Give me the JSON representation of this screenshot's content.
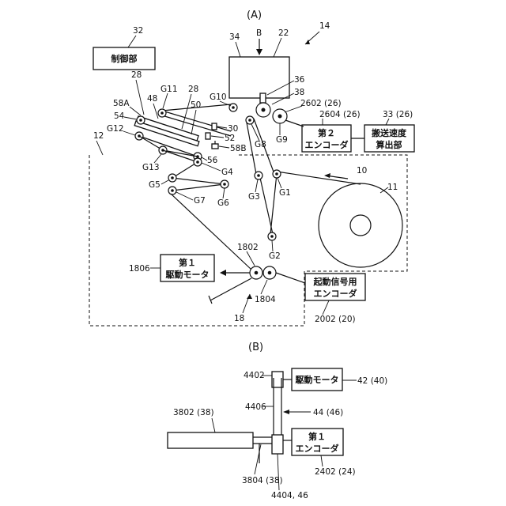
{
  "sections": {
    "a": "(A)",
    "b": "(B)"
  },
  "boxes": {
    "control": "制御部",
    "encoder2_l1": "第２",
    "encoder2_l2": "エンコーダ",
    "speed_calc_l1": "搬送速度",
    "speed_calc_l2": "算出部",
    "motor1_l1": "第１",
    "motor1_l2": "駆動モータ",
    "start_enc_l1": "起動信号用",
    "start_enc_l2": "エンコーダ",
    "drive_motor": "駆動モータ",
    "encoder1_l1": "第１",
    "encoder1_l2": "エンコーダ"
  },
  "refs": {
    "r14": "14",
    "r22": "22",
    "r34": "34",
    "rB": "B",
    "r32": "32",
    "r36": "36",
    "r38": "38",
    "r2602": "2602 (26)",
    "r2604": "2604 (26)",
    "r33": "33 (26)",
    "r28a": "28",
    "r28b": "28",
    "rG11": "G11",
    "r58A": "58A",
    "r48": "48",
    "r50": "50",
    "rG10": "G10",
    "r30": "30",
    "r54": "54",
    "r52": "52",
    "r58B": "58B",
    "rG12": "G12",
    "r12": "12",
    "r56": "56",
    "rG13": "G13",
    "rG4": "G4",
    "rG5": "G5",
    "rG6": "G6",
    "rG7": "G7",
    "rG8": "G8",
    "rG9": "G9",
    "rG3": "G3",
    "rG1": "G1",
    "rG2": "G2",
    "r10": "10",
    "r11": "11",
    "r1802": "1802",
    "r1806": "1806",
    "r1804": "1804",
    "r18": "18",
    "r2002": "2002 (20)",
    "r4402": "4402",
    "r42": "42 (40)",
    "r4406": "4406",
    "r44": "44 (46)",
    "r3802": "3802 (38)",
    "r3804": "3804 (38)",
    "r4404": "4404, 46",
    "r2402": "2402 (24)"
  }
}
